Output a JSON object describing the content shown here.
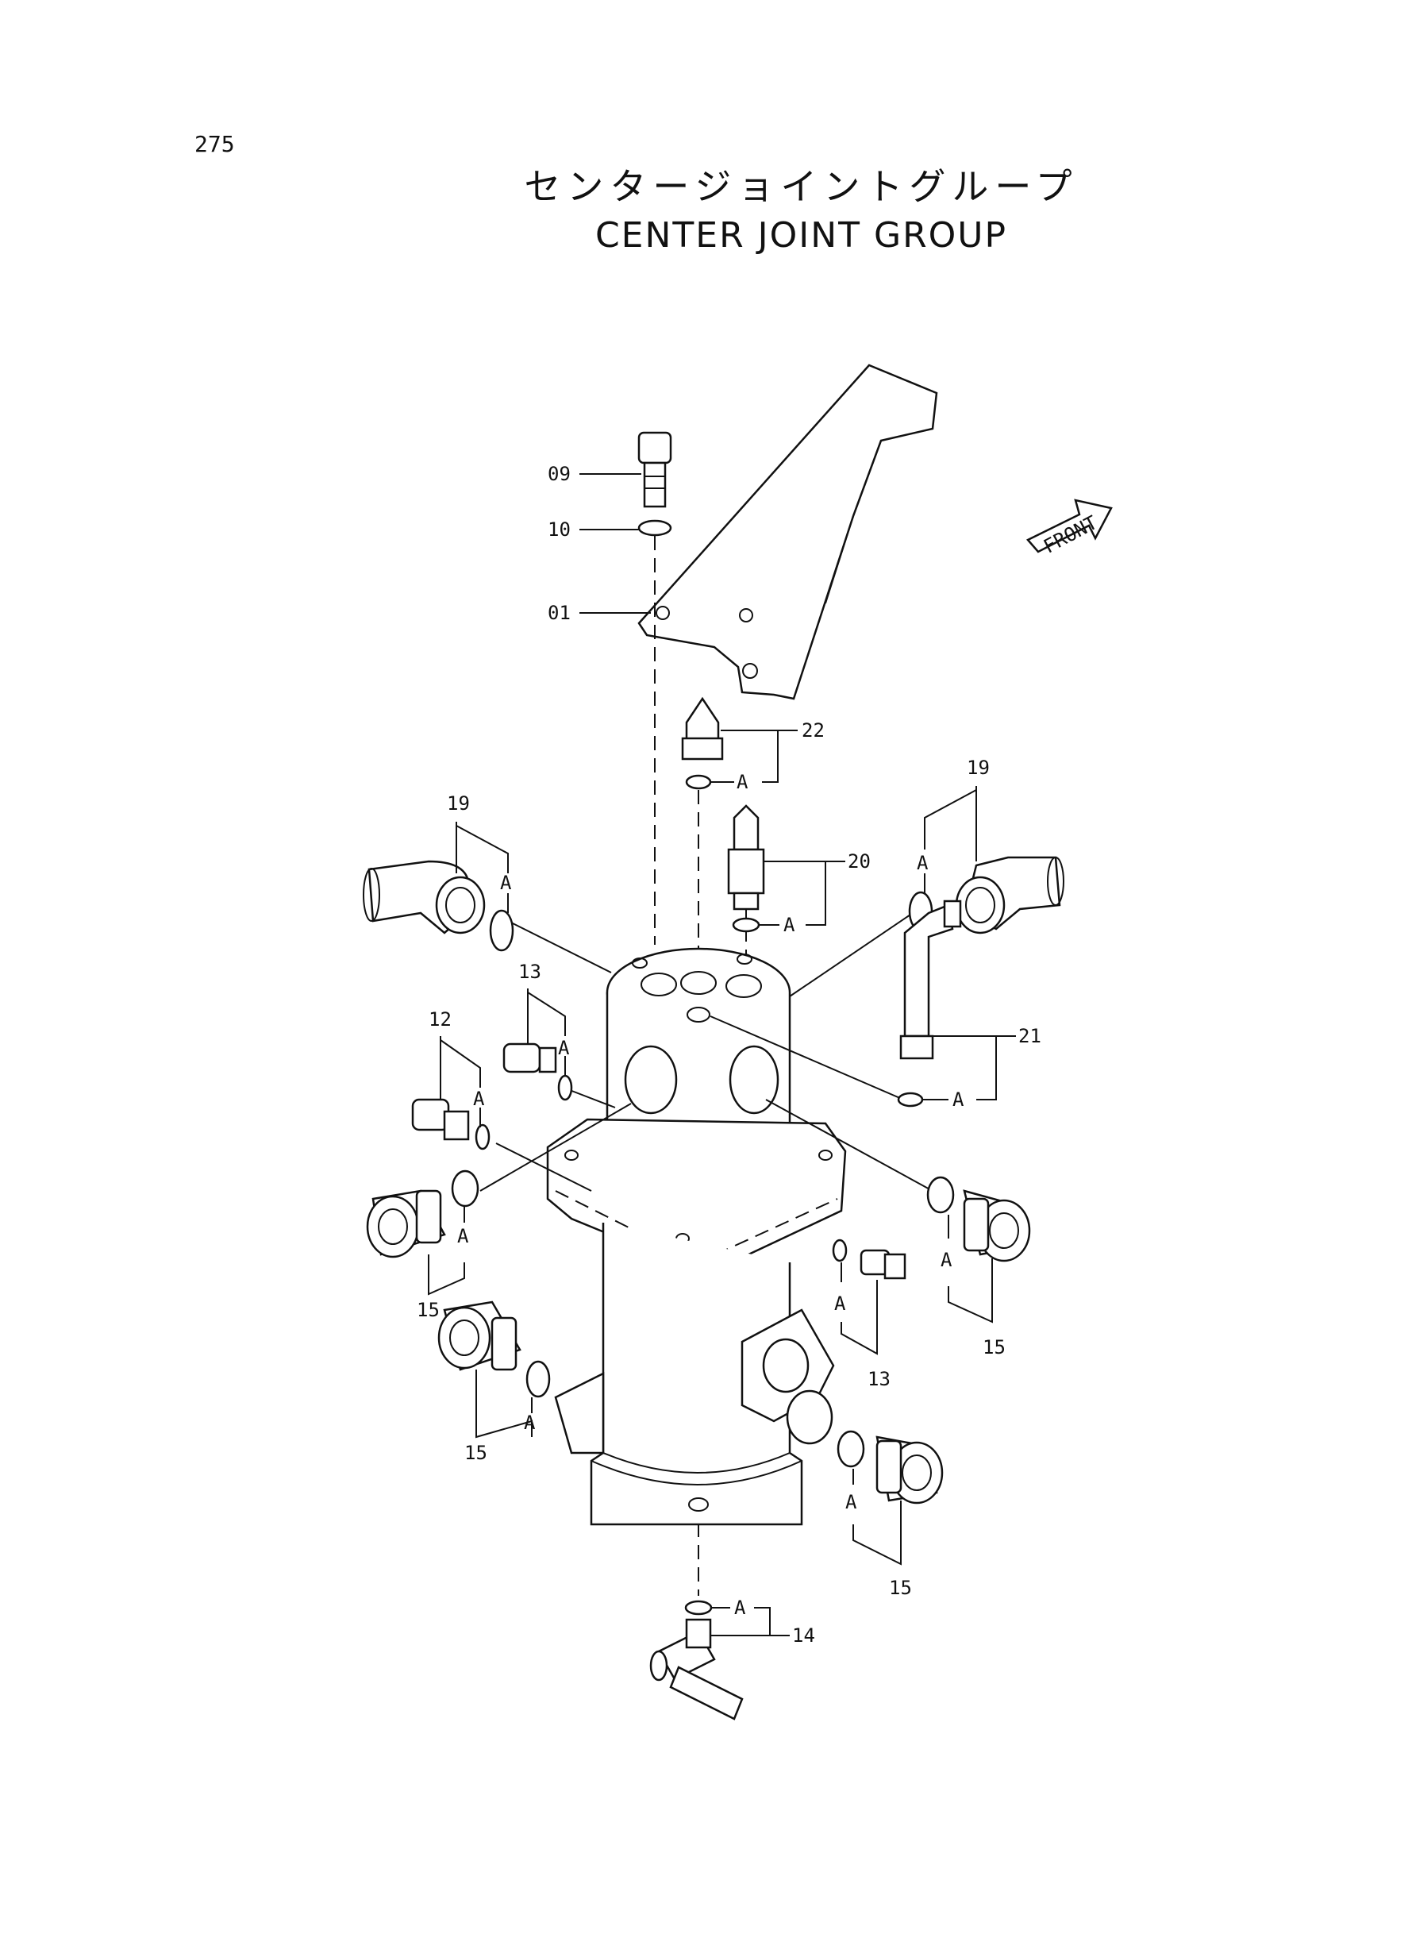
{
  "page_number": "275",
  "title_jp": "センタージョイントグループ",
  "title_en": "CENTER JOINT GROUP",
  "front_label": "FRONT",
  "sub_assembly_label": "A",
  "callouts": {
    "c09": "09",
    "c10": "10",
    "c01": "01",
    "c22": "22",
    "c20": "20",
    "c19_left": "19",
    "c19_right": "19",
    "c21": "21",
    "c13_left": "13",
    "c13_right": "13",
    "c12": "12",
    "c15_left_upper": "15",
    "c15_left_lower": "15",
    "c15_right_upper": "15",
    "c15_right_lower": "15",
    "c14": "14"
  }
}
